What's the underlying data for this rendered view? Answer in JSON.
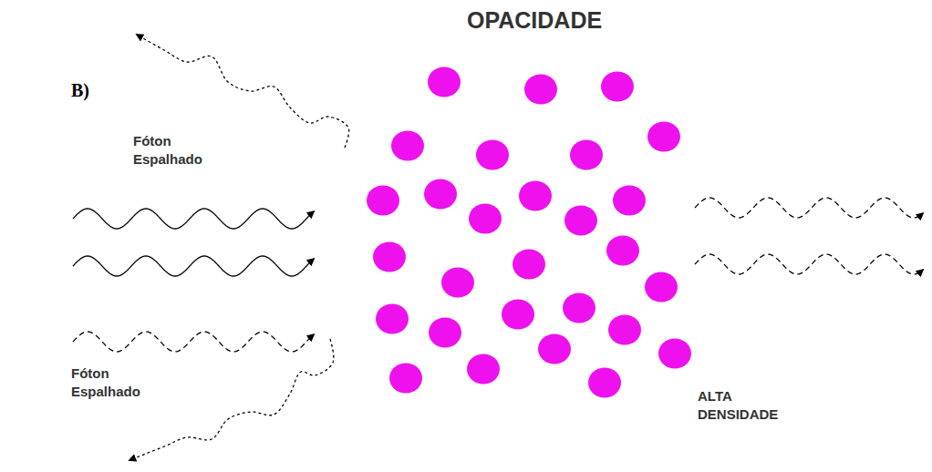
{
  "diagram": {
    "title": "OPACIDADE",
    "labels": [
      "B)",
      "Fóton Espalhado",
      "Fóton Espalhado",
      "ALTA DENSIDADE"
    ]
  }
}
